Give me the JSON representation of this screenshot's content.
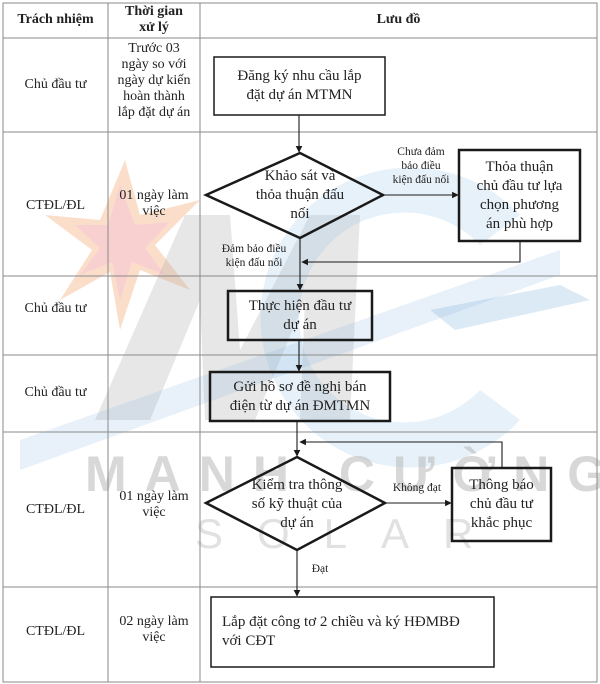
{
  "header": {
    "col_responsibility": "Trách nhiệm",
    "col_time": "Thời gian\nxử lý",
    "col_flow": "Lưu đồ"
  },
  "rows": [
    {
      "responsibility": "Chủ đầu tư",
      "time": "Trước 03\nngày so với\nngày dự kiến\nhoàn thành\nlắp đặt dự án"
    },
    {
      "responsibility": "CTĐL/ĐL",
      "time": "01 ngày làm\nviệc"
    },
    {
      "responsibility": "Chủ đầu tư",
      "time": ""
    },
    {
      "responsibility": "Chủ đầu tư",
      "time": ""
    },
    {
      "responsibility": "CTĐL/ĐL",
      "time": "01 ngày làm\nviệc"
    },
    {
      "responsibility": "CTĐL/ĐL",
      "time": "02 ngày làm\nviệc"
    }
  ],
  "flow": {
    "nodes": {
      "register": {
        "type": "process",
        "text": "Đăng ký nhu cầu lắp\nđặt dự án MTMN"
      },
      "survey": {
        "type": "decision",
        "text": "Khảo sát và\nthỏa thuận đấu\nnối"
      },
      "agree_option": {
        "type": "process",
        "text": "Thỏa thuận\nchủ đầu tư lựa\nchọn phương\nán phù hợp"
      },
      "invest": {
        "type": "process",
        "text": "Thực hiện đầu tư\ndự án"
      },
      "submit": {
        "type": "process",
        "text": "Gửi hồ sơ đề nghị bán\nđiện từ dự án ĐMTMN"
      },
      "check": {
        "type": "decision",
        "text": "Kiểm tra thông\nsố kỹ thuật của\ndự án"
      },
      "notify_fix": {
        "type": "process",
        "text": "Thông báo\nchủ đầu tư\nkhắc phục"
      },
      "install": {
        "type": "process",
        "text": "Lắp đặt công tơ 2 chiều và ký HĐMBĐ\nvới CĐT"
      }
    },
    "edge_labels": {
      "not_ensured": "Chưa đảm\nbảo điều\nkiện đấu nối",
      "ensured": "Đảm bảo điều\nkiện đấu nối",
      "fail": "Không đạt",
      "pass": "Đạt"
    }
  },
  "watermark": {
    "brand_line1": "MANH CƯỜNG",
    "brand_line2": "SOLAR",
    "colors": {
      "orange": "#f5a36a",
      "red": "#f07a7a",
      "gray": "#bdbdbd",
      "blue": "#9cc3e6"
    }
  }
}
